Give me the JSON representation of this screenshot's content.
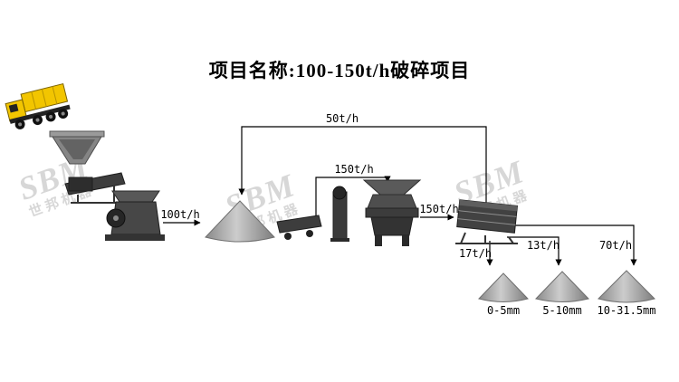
{
  "title": "项目名称:100-150t/h破碎项目",
  "watermarks": [
    {
      "logo": "SBM",
      "name": "世邦机器"
    },
    {
      "logo": "SBM",
      "name": "世邦机器"
    },
    {
      "logo": "SBM",
      "name": "世邦机器"
    }
  ],
  "flow_labels": {
    "jaw_to_stockpile": "100t/h",
    "screen_return": "50t/h",
    "stockpile_to_cone": "150t/h",
    "cone_to_screen": "150t/h"
  },
  "products": [
    {
      "rate": "17t/h",
      "size": "0-5mm"
    },
    {
      "rate": "13t/h",
      "size": "5-10mm"
    },
    {
      "rate": "70t/h",
      "size": "10-31.5mm"
    }
  ]
}
